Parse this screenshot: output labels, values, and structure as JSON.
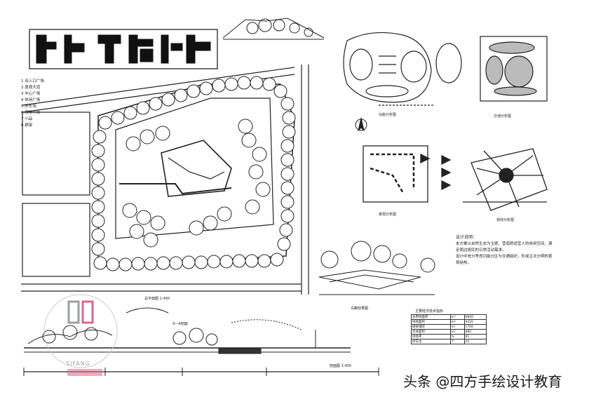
{
  "sheet": {
    "title": "快题设计",
    "legend": [
      "1 出入口广场",
      "2 景观大道",
      "3 中心广场",
      "4 休闲广场",
      "5 停车场",
      "6 亲水平台",
      "7 小品",
      "8 廊架"
    ],
    "plan_caption": "总平面图 1:400",
    "section_caption": "剖面图 1:400",
    "section_label_a": "A—A剖面",
    "perspective_caption": "鸟瞰效果图",
    "analysis_captions": [
      "功能分析图",
      "交通分析图",
      "景观分析图",
      "视线分析图"
    ],
    "notes": {
      "heading": "设计说明：",
      "paragraphs": [
        "本方案以自然生态为主题，营造舒适宜人的休闲空间，满足周边居民的日常活动需求。",
        "设计中充分考虑功能分区与交通组织，形成主次分明的景观结构。"
      ]
    },
    "table_caption": "主要经济技术指标",
    "table_rows": [
      [
        "总用地面积",
        "m²",
        "6800"
      ],
      [
        "绿地面积",
        "m²",
        "4420"
      ],
      [
        "硬质铺装",
        "m²",
        "1700"
      ],
      [
        "水体面积",
        "m²",
        "680"
      ],
      [
        "绿地率",
        "%",
        "65"
      ],
      [
        "停车位",
        "个",
        "20"
      ]
    ],
    "logo_text": "SIFANG",
    "watermark": "头条 @四方手绘设计教育"
  }
}
